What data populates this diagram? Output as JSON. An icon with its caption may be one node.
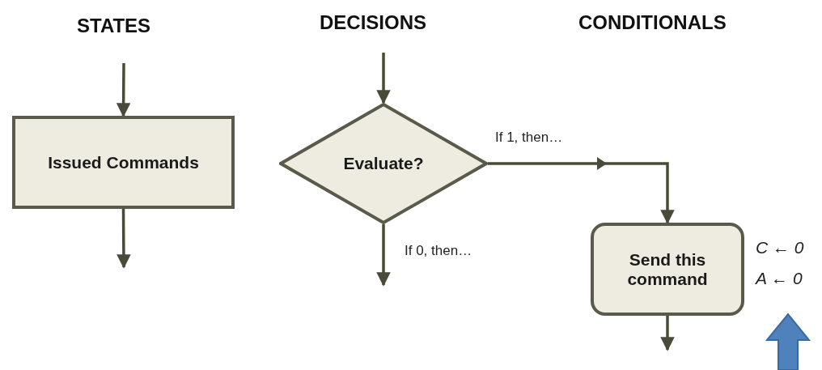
{
  "diagram": {
    "nodes": [
      {
        "text": [
          "Issued Commands"
        ]
      },
      {
        "text": [
          "Evaluate?"
        ]
      },
      {
        "text": [
          "Send this command"
        ],
        "beside": [
          "C ← 0 A ← 0"
        ]
      }
    ],
    "edges": [
      {
        "from": null,
        "to": 0,
        "arrow": "to"
      },
      {
        "from": 0,
        "to": null,
        "arrow": "to"
      },
      {
        "from": null,
        "to": 1,
        "arrow": "to"
      },
      {
        "from": 1,
        "to": 2,
        "arrow": "to",
        "label": "If 1, then…"
      },
      {
        "from": 1,
        "to": null,
        "arrow": "to",
        "label": "If 0, then…"
      },
      {
        "from": 2,
        "to": null,
        "arrow": "to"
      }
    ],
    "labels": [
      "STATES",
      "DECISIONS",
      "CONDITIONALS"
    ]
  }
}
